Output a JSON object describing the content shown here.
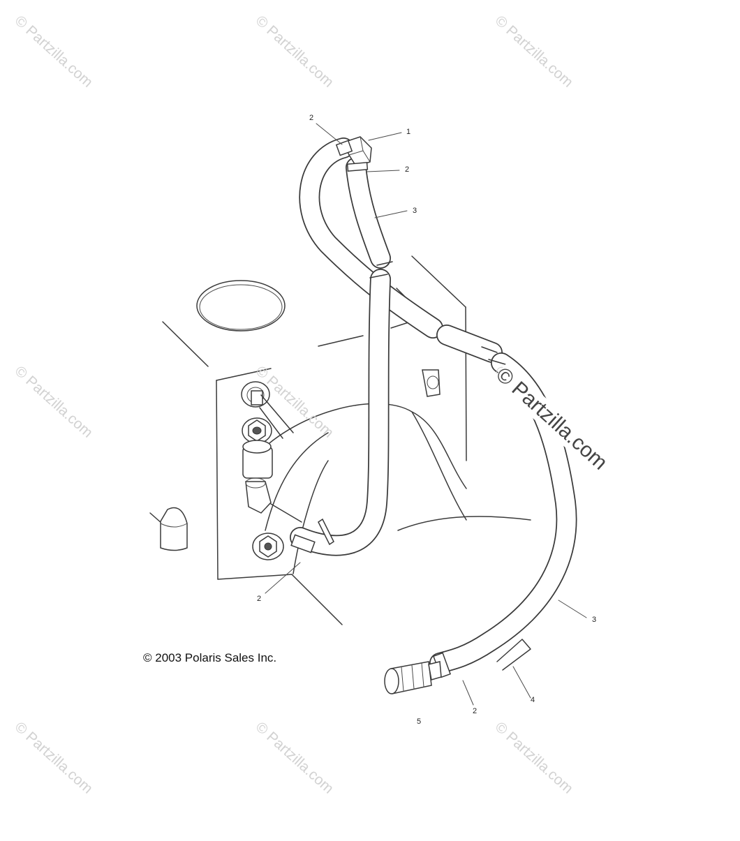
{
  "watermarks": [
    "© Partzilla.com",
    "© Partzilla.com",
    "© Partzilla.com",
    "© Partzilla.com",
    "© Partzilla.com",
    "© Partzilla.com",
    "© Partzilla.com",
    "© Partzilla.com",
    "© Partzilla.com"
  ],
  "center_watermark": "© Partzilla.com",
  "copyright": "© 2003 Polaris Sales Inc.",
  "callouts": {
    "c1": "1",
    "c2a": "2",
    "c2b": "2",
    "c3a": "3",
    "c2c": "2",
    "c3b": "3",
    "c4": "4",
    "c5": "5",
    "c2d": "2"
  }
}
